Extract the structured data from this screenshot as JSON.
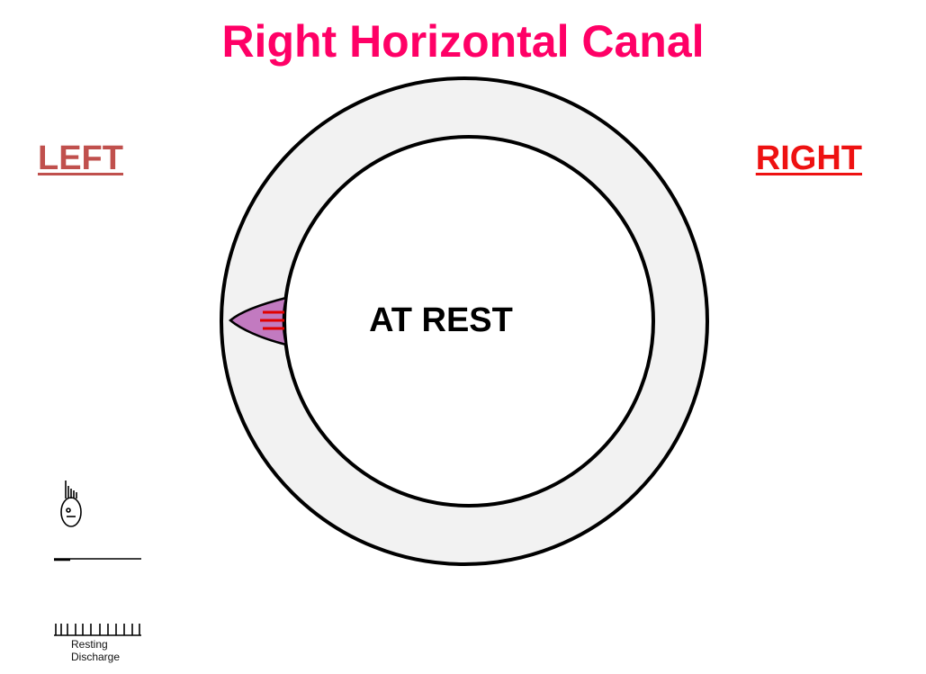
{
  "title": "Right Horizontal Canal",
  "labels": {
    "left": "LEFT",
    "right": "RIGHT",
    "state": "AT REST"
  },
  "discharge_caption": "Resting\nDischarge",
  "colors": {
    "title": "#ff0066",
    "left_label": "#c0504d",
    "right_label": "#ee1111",
    "state_text": "#000000",
    "canal_fill": "#f2f2f2",
    "canal_stroke": "#000000",
    "cupula_fill": "#c27ac0",
    "hair_cells": "#e00000"
  },
  "icons": {
    "hair_cell": "hair-cell-icon",
    "discharge": "resting-discharge-icon"
  }
}
